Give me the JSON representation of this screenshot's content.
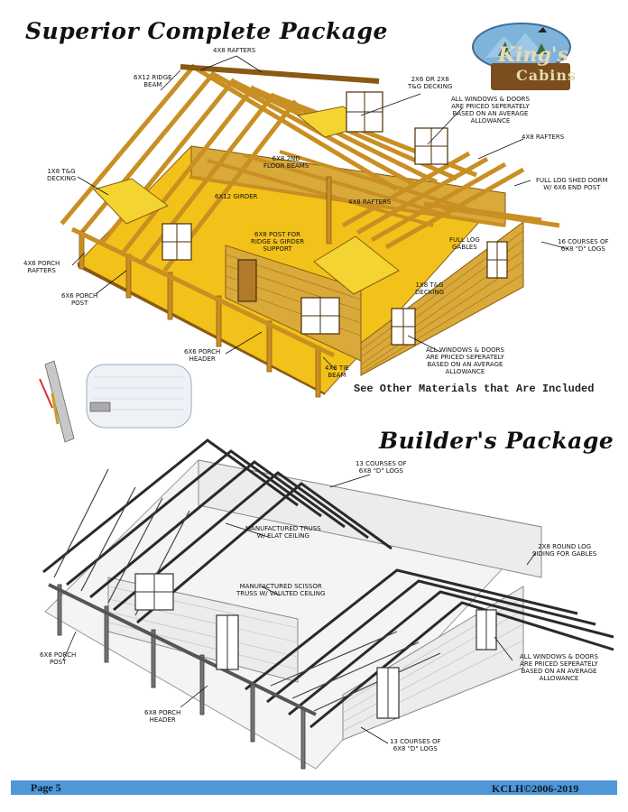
{
  "titles": {
    "superior": "Superior Complete Package",
    "builder": "Builder's Package"
  },
  "logo": {
    "line1": "King's",
    "line2": "Cabins"
  },
  "superior_labels": {
    "rafters_top": "4X8 RAFTERS",
    "ridge": [
      "6X12 RIDGE",
      "BEAM"
    ],
    "decking_top": [
      "2X6 OR 2X8",
      "T&G DECKING"
    ],
    "windows_top": [
      "ALL WINDOWS & DOORS",
      "ARE PRICED SEPERATELY",
      "BASED ON AN AVERAGE",
      "ALLOWANCE"
    ],
    "rafters_right": "4X8 RAFTERS",
    "decking_left": [
      "1X8 T&G",
      "DECKING"
    ],
    "floor_beams": [
      "6X8 2ND",
      "FLOOR BEAMS"
    ],
    "girder": "6X12 GIRDER",
    "shed_dorm": [
      "FULL LOG SHED DORM",
      "W/ 6X6 END POST"
    ],
    "rafters_mid": "4X8 RAFTERS",
    "post": [
      "6X8 POST FOR",
      "RIDGE & GIRDER",
      "SUPPORT"
    ],
    "gables": [
      "FULL LOG",
      "GABLES"
    ],
    "courses_16": [
      "16 COURSES OF",
      "6X8 \"D\" LOGS"
    ],
    "porch_rafters": [
      "4X6 PORCH",
      "RAFTERS"
    ],
    "porch_post": [
      "6X6 PORCH",
      "POST"
    ],
    "decking_mid": [
      "1X8 T&G",
      "DECKING"
    ],
    "porch_header": [
      "6X6 PORCH",
      "HEADER"
    ],
    "windows_bottom": [
      "ALL WINDOWS & DOORS",
      "ARE PRICED SEPERATELY",
      "BASED ON AN AVERAGE",
      "ALLOWANCE"
    ],
    "tie_beam": [
      "4X8 TIE",
      "BEAM"
    ],
    "see_other": "See Other Materials that Are Included"
  },
  "builder_labels": {
    "courses_13_top": [
      "13 COURSES OF",
      "6X8 \"D\" LOGS"
    ],
    "truss_flat": [
      "MANUFACTURED TRUSS",
      "W/ FLAT CEILING"
    ],
    "round_log": [
      "2X8 ROUND LOG",
      "SIDING FOR GABLES"
    ],
    "truss_scissor": [
      "MANUFACTURED SCISSOR",
      "TRUSS W/ VAULTED CEILING"
    ],
    "porch_post": [
      "6X8 PORCH",
      "POST"
    ],
    "windows": [
      "ALL WINDOWS & DOORS",
      "ARE PRICED SEPERATELY",
      "BASED ON AN AVERAGE",
      "ALLOWANCE"
    ],
    "porch_header": [
      "6X8 PORCH",
      "HEADER"
    ],
    "courses_13_bottom": [
      "13 COURSES OF",
      "6X8 \"D\" LOGS"
    ]
  },
  "footer": {
    "page": "Page 5",
    "copyright": "KCLH©2006-2019"
  },
  "colors": {
    "footer_bar": "#4f97d6",
    "wood": "#d9a93a",
    "wood_dark": "#8a5a14",
    "slab": "#f3c21a",
    "steel": "#2a2a2a"
  }
}
